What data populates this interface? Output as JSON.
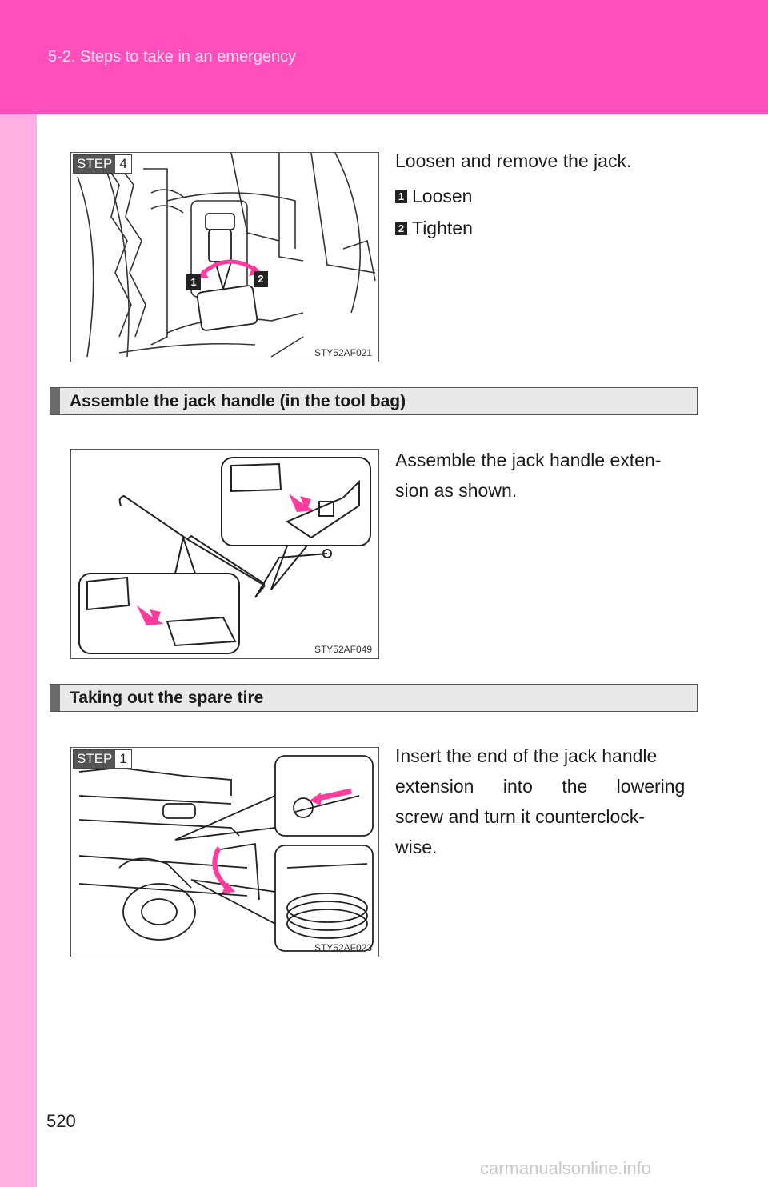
{
  "header": {
    "section_title": "5-2. Steps to take in an emergency",
    "band_color": "#ff4fbc"
  },
  "step4": {
    "badge_word": "STEP",
    "badge_num": "4",
    "figure_code": "STY52AF021",
    "callout_1": "1",
    "callout_2": "2",
    "instruction": "Loosen and remove the jack.",
    "legend": [
      {
        "num": "1",
        "label": "Loosen"
      },
      {
        "num": "2",
        "label": "Tighten"
      }
    ]
  },
  "section_jack_handle": {
    "heading": "Assemble the jack handle (in the tool bag)",
    "figure_code": "STY52AF049",
    "text": "Assemble the jack handle exten-sion as shown.",
    "text_line1": "Assemble the jack handle exten-",
    "text_line2": "sion as shown."
  },
  "section_spare_tire": {
    "heading": "Taking out the spare tire",
    "badge_word": "STEP",
    "badge_num": "1",
    "figure_code": "STY52AF023",
    "text_lines": [
      "Insert the end of the jack handle",
      "extension into the lowering",
      "screw and turn it counterclock-",
      "wise."
    ]
  },
  "footer": {
    "page_number": "520",
    "watermark": "carmanualsonline.info"
  }
}
